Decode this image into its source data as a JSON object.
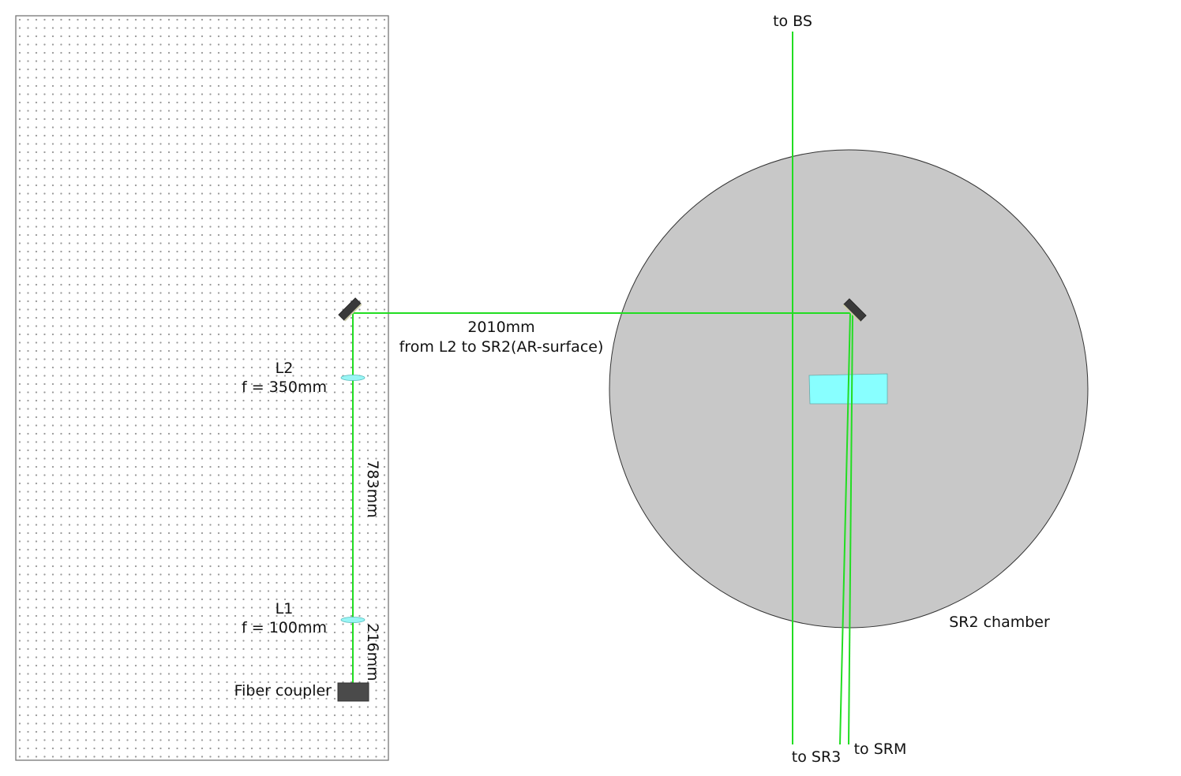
{
  "labels": {
    "to_bs": "to BS",
    "distance_long": "2010mm",
    "distance_long_note": "from L2 to SR2(AR-surface)",
    "l2_name": "L2",
    "l2_focal": "f = 350mm",
    "distance_783": "783mm",
    "l1_name": "L1",
    "l1_focal": "f = 100mm",
    "distance_216": "216mm",
    "fiber_coupler": "Fiber coupler",
    "chamber": "SR2 chamber",
    "to_sr3": "to SR3",
    "to_srm": "to SRM"
  },
  "colors": {
    "beam": "#22dd22",
    "lens": "#99f5f5",
    "chamber_fill": "#c8c8c8",
    "table_hole": "#9a9a9a",
    "mount": "#4a4a4a",
    "optic": "#88ffff"
  }
}
